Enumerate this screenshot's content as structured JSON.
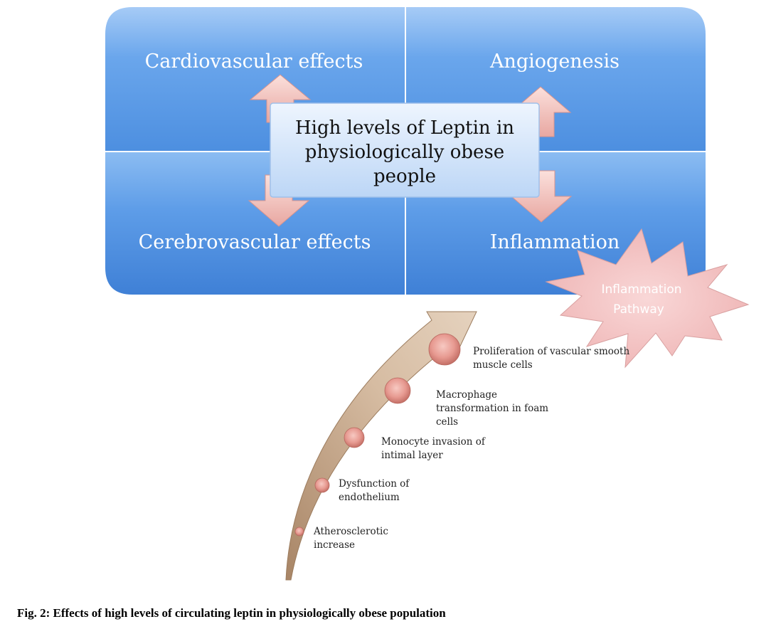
{
  "quadrants": {
    "top_left": "Cardiovascular effects",
    "top_right": "Angiogenesis",
    "bottom_left": "Cerebrovascular effects",
    "bottom_right": "Inflammation"
  },
  "center": {
    "line1": "High levels of Leptin in",
    "line2": "physiologically obese",
    "line3": "people"
  },
  "starburst": {
    "line1": "Inflammation",
    "line2": "Pathway"
  },
  "steps": [
    {
      "line1": "Atherosclerotic",
      "line2": "increase"
    },
    {
      "line1": "Dysfunction of",
      "line2": "endothelium"
    },
    {
      "line1": "Monocyte invasion of",
      "line2": "intimal layer"
    },
    {
      "line1": "Macrophage",
      "line2": "transformation in foam",
      "line3": "cells"
    },
    {
      "line1": "Proliferation of vascular smooth",
      "line2": "muscle cells"
    }
  ],
  "caption": "Fig. 2: Effects of high levels of circulating leptin in physiologically obese population",
  "colors": {
    "panel_blue": "#5b9ce8",
    "panel_blue_light": "#a9cdf7",
    "arrow_pink": "#f0b9b5",
    "star_pink": "#f2c3c3",
    "curve_tan": "#c7a98a",
    "center_box": "#d8e8fb"
  }
}
